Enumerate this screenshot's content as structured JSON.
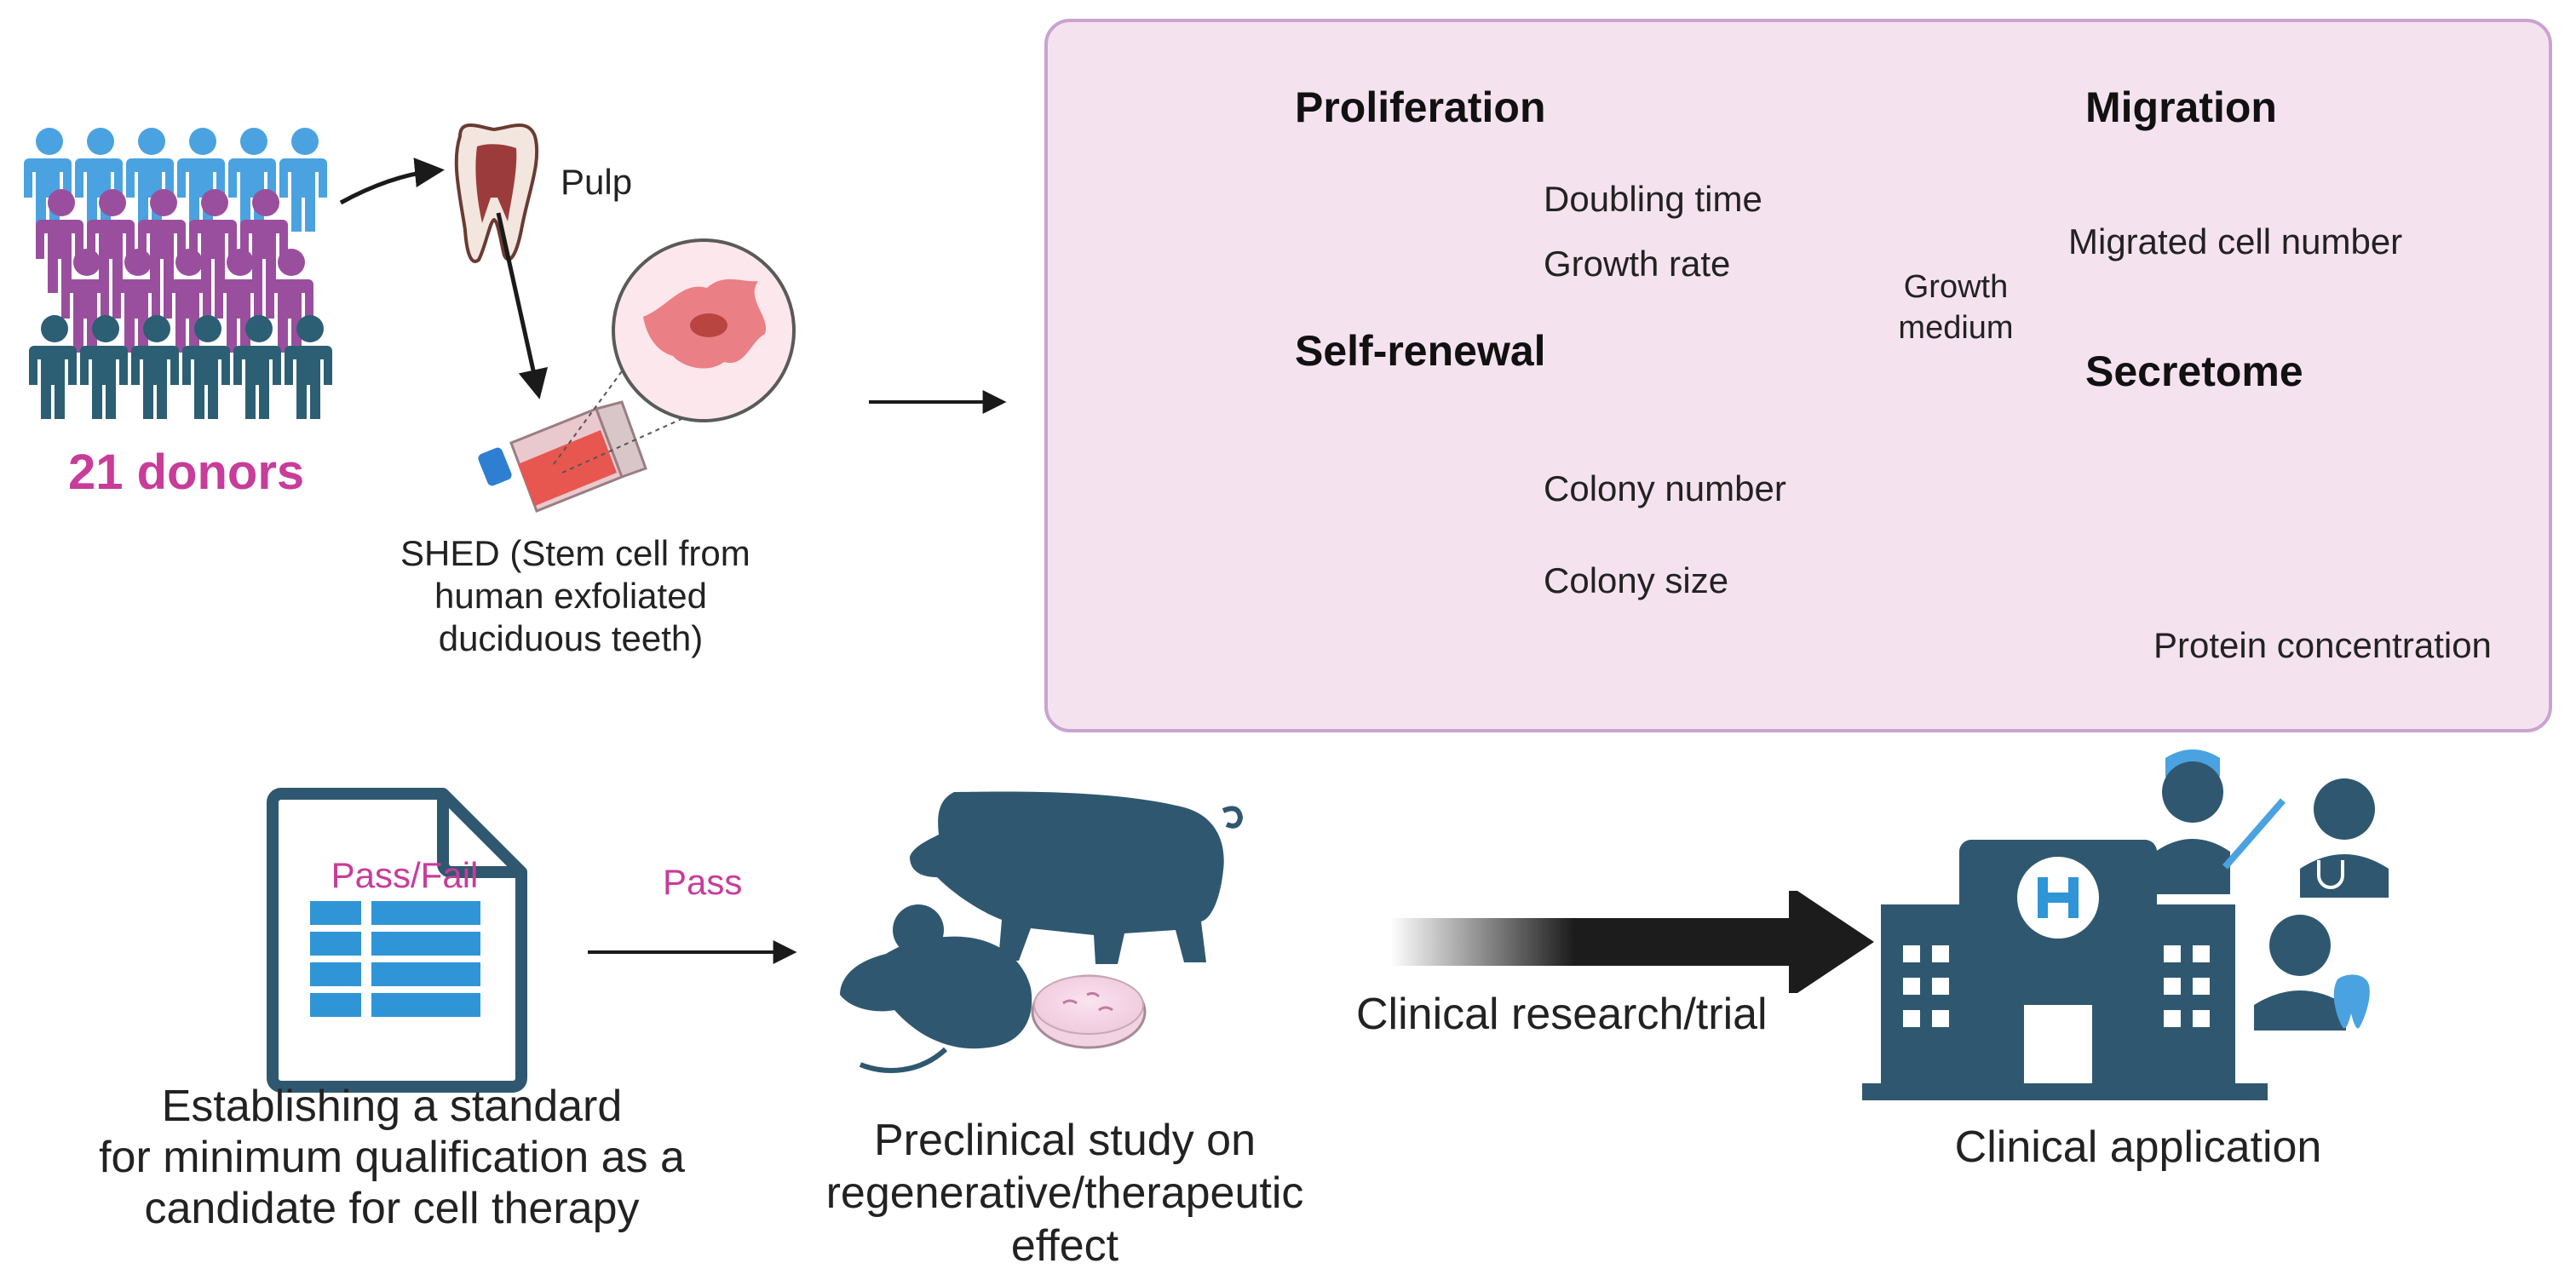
{
  "donors": {
    "count_label": "21 donors"
  },
  "source": {
    "pulp_label": "Pulp",
    "shed_label_lines": [
      "SHED (Stem cell from",
      "human exfoliated",
      "duciduous teeth)"
    ]
  },
  "assays": {
    "proliferation": {
      "title": "Proliferation",
      "items": [
        "Doubling time",
        "Growth rate"
      ]
    },
    "migration": {
      "title": "Migration",
      "item": "Migrated cell number",
      "medium_lines": [
        "Growth",
        "medium"
      ]
    },
    "self_renewal": {
      "title": "Self-renewal",
      "items": [
        "Colony number",
        "Colony size"
      ]
    },
    "secretome": {
      "title": "Secretome",
      "item": "Protein concentration"
    }
  },
  "standard": {
    "doc_label": "Pass/Fail",
    "caption_lines": [
      "Establishing a standard",
      "for minimum qualification as a",
      "candidate for cell therapy"
    ]
  },
  "pass_label": "Pass",
  "preclinical": {
    "caption_lines": [
      "Preclinical study on",
      "regenerative/therapeutic",
      "effect"
    ]
  },
  "clinical_trial_label": "Clinical research/trial",
  "clinical_application_label": "Clinical application",
  "colors": {
    "navy": "#2f5870",
    "pink_text": "#c83c9a",
    "panel_bg": "#f5e2ef",
    "panel_border": "#c9a3cf",
    "doc_blue": "#2f95d6"
  }
}
